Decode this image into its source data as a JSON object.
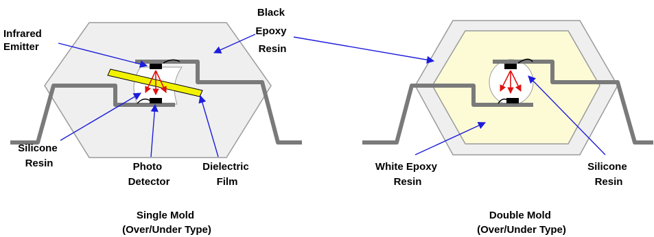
{
  "labels": {
    "black_epoxy": [
      "Black",
      "Epoxy",
      "Resin"
    ],
    "infrared_emitter": [
      "Infrared",
      "Emitter"
    ],
    "silicone_left": [
      "Silicone",
      "Resin"
    ],
    "photo_detector": [
      "Photo",
      "Detector"
    ],
    "dielectric_film": [
      "Dielectric",
      "Film"
    ],
    "white_epoxy": [
      "White Epoxy",
      "Resin"
    ],
    "silicone_right": [
      "Silicone",
      "Resin"
    ]
  },
  "captions": {
    "single": [
      "Single Mold",
      "(Over/Under Type)"
    ],
    "double": [
      "Double Mold",
      "(Over/Under Type)"
    ]
  },
  "colors": {
    "black_mold_fill": "#efefef",
    "white_mold_fill": "#fdfbd6",
    "leadframe": "#7a7a7a",
    "arrow_blue": "#1c1cdc",
    "emission_red": "#e01010",
    "film_yellow": "#f2f200"
  }
}
